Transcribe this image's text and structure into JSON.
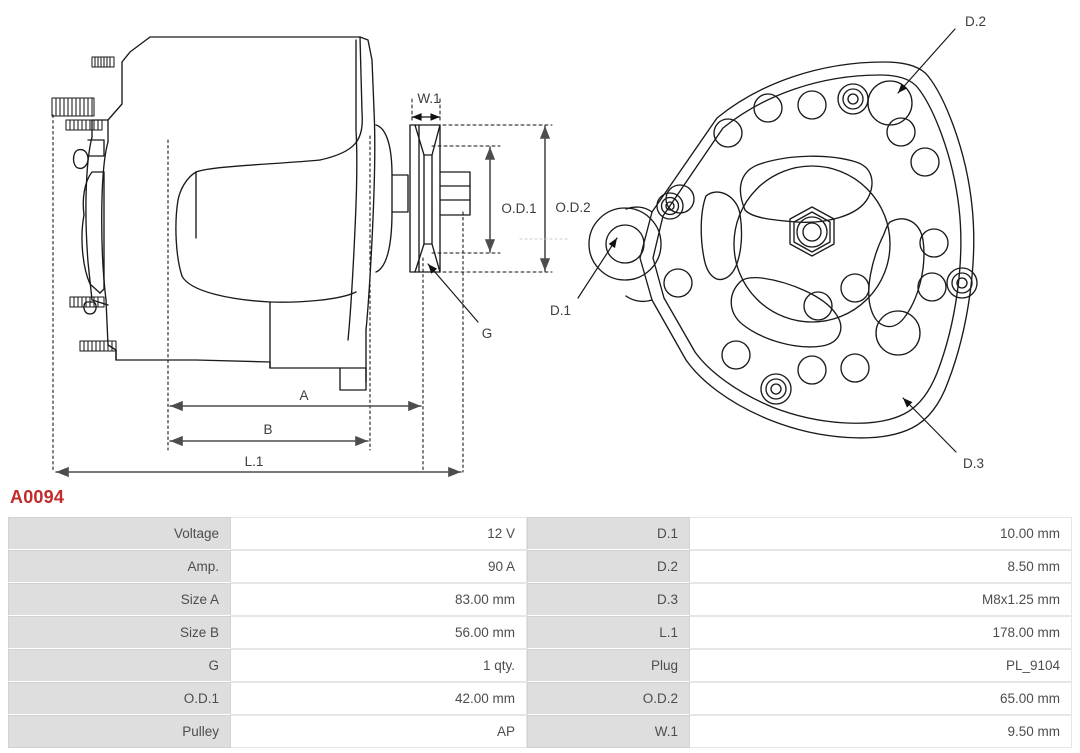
{
  "part": {
    "number": "A0094",
    "title_color": "#c02b2b"
  },
  "drawing_left": {
    "name": "alternator-side-profile-view",
    "callouts": {
      "w1": "W.1",
      "od1": "O.D.1",
      "od2": "O.D.2",
      "g": "G",
      "a": "A",
      "b": "B",
      "l1": "L.1"
    }
  },
  "drawing_right": {
    "name": "alternator-rear-face-view",
    "callouts": {
      "d1": "D.1",
      "d2": "D.2",
      "d3": "D.3"
    }
  },
  "spec_table": {
    "rows": [
      {
        "label_left": "Voltage",
        "value_left": "12 V",
        "label_right": "D.1",
        "value_right": "10.00 mm"
      },
      {
        "label_left": "Amp.",
        "value_left": "90 A",
        "label_right": "D.2",
        "value_right": "8.50 mm"
      },
      {
        "label_left": "Size A",
        "value_left": "83.00 mm",
        "label_right": "D.3",
        "value_right": "M8x1.25 mm"
      },
      {
        "label_left": "Size B",
        "value_left": "56.00 mm",
        "label_right": "L.1",
        "value_right": "178.00 mm"
      },
      {
        "label_left": "G",
        "value_left": "1 qty.",
        "label_right": "Plug",
        "value_right": "PL_9104"
      },
      {
        "label_left": "O.D.1",
        "value_left": "42.00 mm",
        "label_right": "O.D.2",
        "value_right": "65.00 mm"
      },
      {
        "label_left": "Pulley",
        "value_left": "AP",
        "label_right": "W.1",
        "value_right": "9.50 mm"
      }
    ]
  }
}
